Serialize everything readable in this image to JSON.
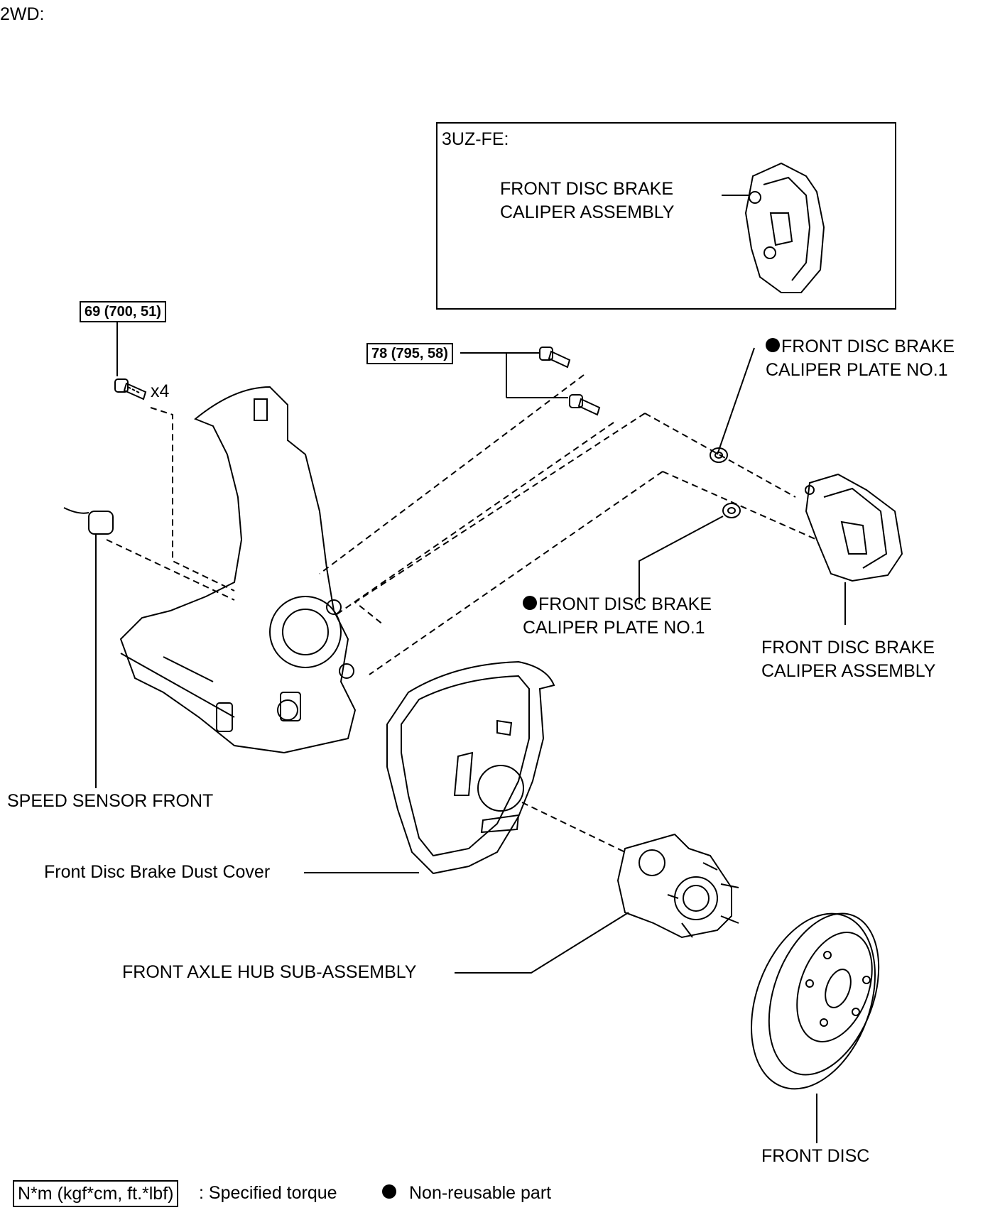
{
  "header": {
    "variant": "2WD:"
  },
  "inset": {
    "engine": "3UZ-FE:",
    "caliper_label": "FRONT DISC BRAKE\nCALIPER ASSEMBLY"
  },
  "torques": {
    "knuckle_bolt": "69 (700, 51)",
    "knuckle_bolt_qty": "x4",
    "caliper_bolt": "78 (795, 58)"
  },
  "parts": {
    "plate_upper": "FRONT DISC BRAKE\nCALIPER PLATE NO.1",
    "plate_lower": "FRONT DISC BRAKE\nCALIPER PLATE NO.1",
    "caliper": "FRONT DISC BRAKE\nCALIPER ASSEMBLY",
    "speed_sensor": "SPEED SENSOR FRONT",
    "dust_cover": "Front Disc Brake Dust Cover",
    "axle_hub": "FRONT AXLE HUB SUB-ASSEMBLY",
    "disc": "FRONT DISC"
  },
  "legend": {
    "torque_units": "N*m (kgf*cm, ft.*lbf)",
    "torque_text": ": Specified torque",
    "nonreusable_text": "Non-reusable part"
  }
}
